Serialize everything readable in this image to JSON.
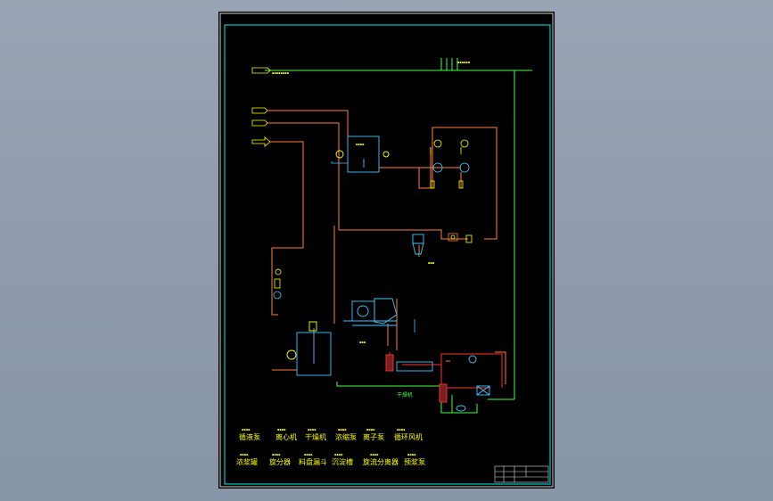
{
  "colors": {
    "background": "#909cae",
    "sheet": "#000000",
    "frame": "#00c8c8",
    "label": "#ffff00",
    "orange_line": "#ff8040",
    "green_line": "#40ff40",
    "red_line": "#ff3030",
    "cyan_equipment": "#40c8ff",
    "blue_equipment": "#4090ff"
  },
  "equipment_labels": {
    "row1": [
      "循液泵",
      "离心机",
      "干燥机",
      "浓缩泵",
      "离子泵",
      "循环风机"
    ],
    "row2": [
      "浓浆罐",
      "旋分器",
      "料盘漏斗",
      "沉淀槽",
      "旋流分离器",
      "预浆泵"
    ]
  },
  "diagram_labels": {
    "dryer_green": "干燥机"
  },
  "icons": [
    "pump-icon",
    "valve-icon",
    "tank-icon",
    "centrifuge-icon",
    "cyclone-icon",
    "heat-exchanger-icon",
    "fan-icon",
    "arrow-icon"
  ]
}
